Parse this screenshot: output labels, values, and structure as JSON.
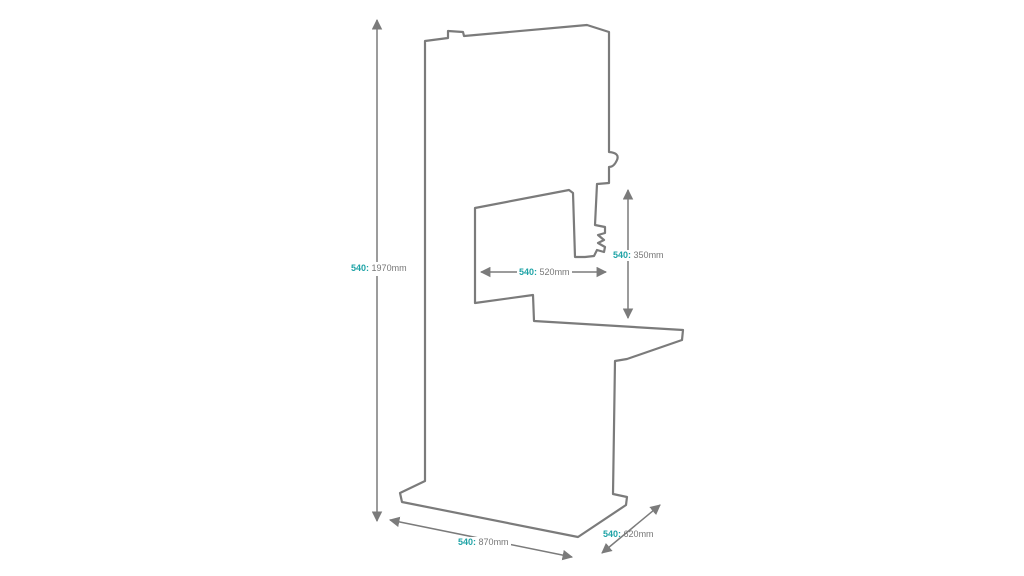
{
  "colors": {
    "outline": "#7b7b7b",
    "accent": "#1ea3a6"
  },
  "dimensions": {
    "height": {
      "model": "540",
      "value": "1970mm"
    },
    "throat_width": {
      "model": "540",
      "value": "520mm"
    },
    "cut_height": {
      "model": "540",
      "value": "350mm"
    },
    "base_width": {
      "model": "540",
      "value": "870mm"
    },
    "base_depth": {
      "model": "540",
      "value": "620mm"
    }
  }
}
